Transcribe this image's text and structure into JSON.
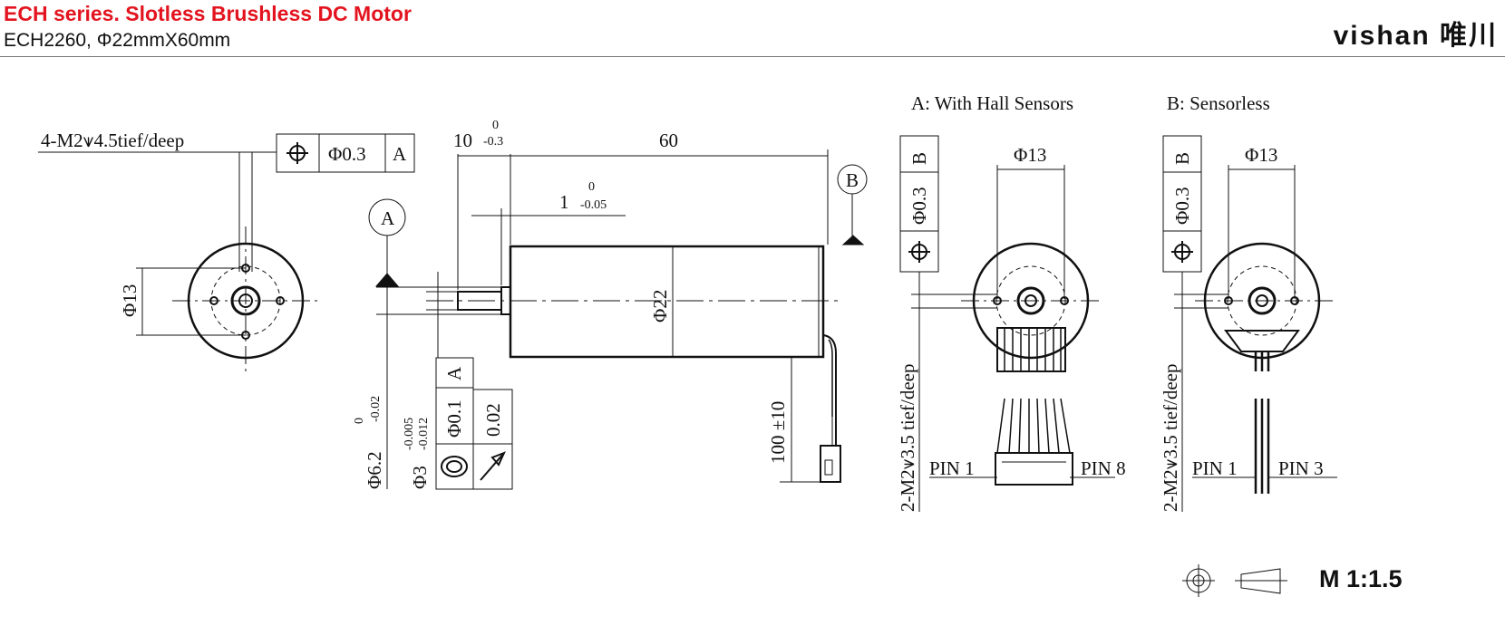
{
  "header": {
    "title": "ECH series. Slotless Brushless DC Motor",
    "subtitle": "ECH2260, Φ22mmX60mm",
    "logo": "vishan 唯川",
    "title_color": "#e3141f"
  },
  "front_view": {
    "thread_note": "4-M2⩛4.5tief/deep",
    "fcf": {
      "symbol": "⌖",
      "tolerance": "Φ0.3",
      "datum": "A"
    },
    "diameter": "Φ13"
  },
  "side_view": {
    "shaft_length": "10",
    "shaft_length_tol_upper": "0",
    "shaft_length_tol_lower": "-0.3",
    "body_length": "60",
    "flange": "1",
    "flange_tol_upper": "0",
    "flange_tol_lower": "-0.05",
    "datum_a": "A",
    "datum_b": "B",
    "body_diameter": "Φ22",
    "lead_length": "100 ±10",
    "boss_diameter": "Φ6.2",
    "boss_tol_upper": "0",
    "boss_tol_lower": "-0.02",
    "shaft_diameter": "Φ3",
    "shaft_tol_upper": "-0.005",
    "shaft_tol_lower": "-0.012",
    "fcf_concentricity": {
      "symbol": "◎",
      "tolerance": "Φ0.1",
      "datum": "A"
    },
    "fcf_runout": {
      "symbol": "↗",
      "tolerance": "0.02"
    }
  },
  "view_a": {
    "label": "A: With Hall Sensors",
    "diameter": "Φ13",
    "fcf": {
      "symbol": "⌖",
      "tolerance": "Φ0.3",
      "datum": "B"
    },
    "thread_note": "2-M2⩛3.5 tief/deep",
    "pin_left": "PIN 1",
    "pin_right": "PIN 8"
  },
  "view_b": {
    "label": "B: Sensorless",
    "diameter": "Φ13",
    "fcf": {
      "symbol": "⌖",
      "tolerance": "Φ0.3",
      "datum": "B"
    },
    "thread_note": "2-M2⩛3.5 tief/deep",
    "pin_left": "PIN 1",
    "pin_right": "PIN 3"
  },
  "footer": {
    "scale": "M 1:1.5"
  }
}
